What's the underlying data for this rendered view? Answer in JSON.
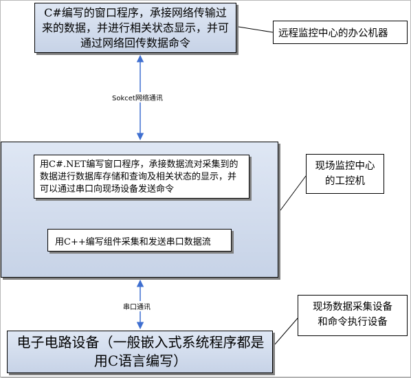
{
  "top_box": {
    "text": "C#编写的窗口程序，承接网络传输过来的数据，并进行相关状态显示，并可通过网络回传数据命令"
  },
  "note_remote": {
    "text": "远程监控中心的办公机器"
  },
  "socket_label": {
    "text": "Sokcet网络通讯"
  },
  "mid_box": {
    "inner1": {
      "text": "用C#.NET编写窗口程序，承接数据流对采集到的数据进行数据库存储和查询及相关状态的显示，并可以通过串口向现场设备发送命令"
    },
    "inner2": {
      "text": "用C++编写组件采集和发送串口数据流"
    }
  },
  "note_site": {
    "line1": "现场监控中心",
    "line2": "的工控机"
  },
  "serial_label": {
    "text": "串口通讯"
  },
  "bottom_box": {
    "text": "电子电路设备（一般嵌入式系统程序都是用C语言编写）"
  },
  "note_device": {
    "line1": "现场数据采集设备",
    "line2": "和命令执行设备"
  },
  "colors": {
    "arrow": "#3f6fd0",
    "box_fill": "#d4ddee"
  }
}
